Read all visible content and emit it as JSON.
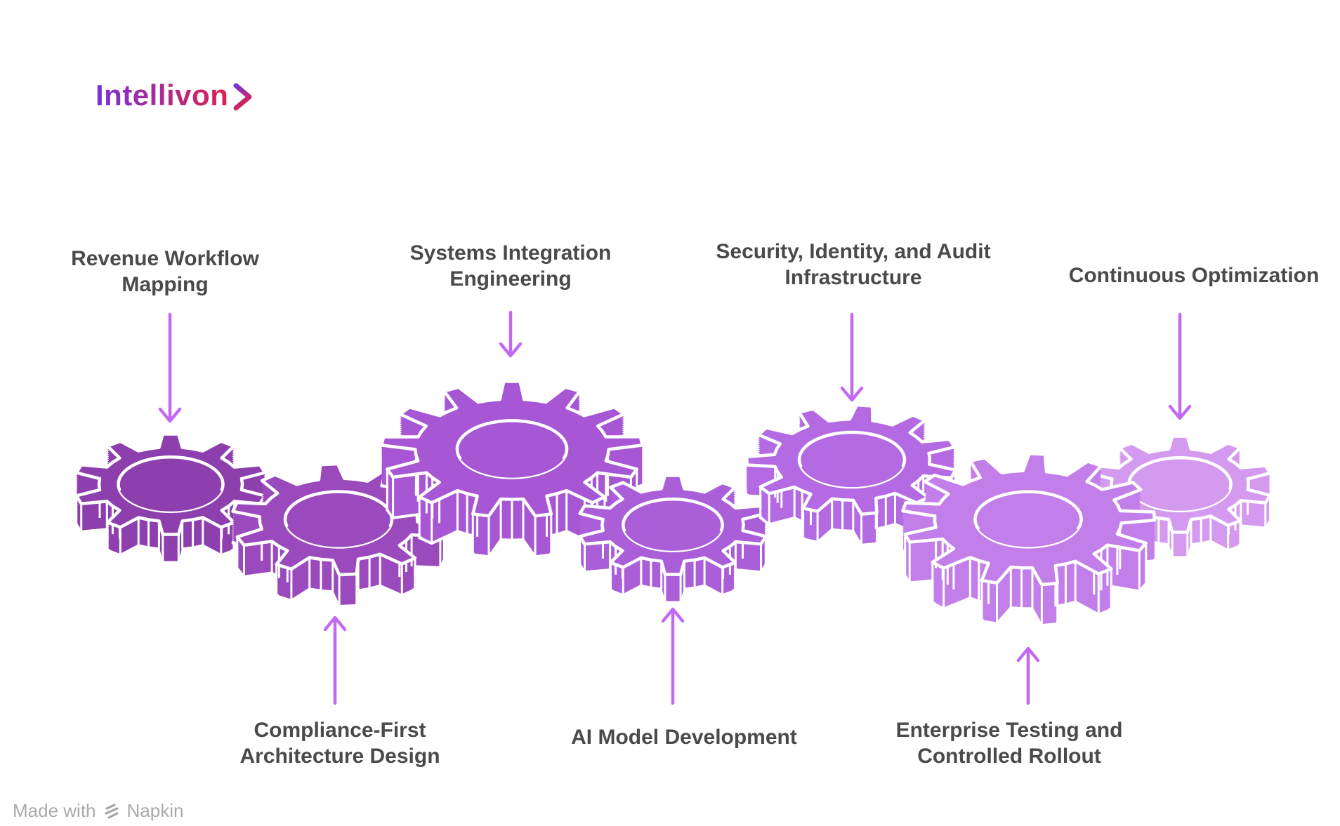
{
  "logo": {
    "text": "Intellivon"
  },
  "footer": {
    "prefix": "Made with",
    "brand": "Napkin"
  },
  "colors": {
    "arrow": "#c269f2",
    "label_text": "#4a4a4a",
    "gear_outline": "#ffffff",
    "logo_gradient_start": "#7733d8",
    "logo_gradient_mid": "#b12a8a",
    "logo_gradient_end": "#dc2150",
    "footer_text": "#aaaaaa"
  },
  "steps": [
    {
      "id": "revenue-workflow-mapping",
      "label": "Revenue Workflow Mapping",
      "lines": [
        "Revenue Workflow",
        "Mapping"
      ],
      "gear_color": "#8e3fae",
      "label_position": "top"
    },
    {
      "id": "compliance-first-architecture-design",
      "label": "Compliance-First Architecture Design",
      "lines": [
        "Compliance-First",
        "Architecture Design"
      ],
      "gear_color": "#9b4abd",
      "label_position": "bottom"
    },
    {
      "id": "systems-integration-engineering",
      "label": "Systems Integration Engineering",
      "lines": [
        "Systems Integration",
        "Engineering"
      ],
      "gear_color": "#a757d3",
      "label_position": "top"
    },
    {
      "id": "ai-model-development",
      "label": "AI Model Development",
      "lines": [
        "AI Model Development"
      ],
      "gear_color": "#aa5fd9",
      "label_position": "bottom"
    },
    {
      "id": "security-identity-and-audit-infrastructure",
      "label": "Security, Identity, and Audit Infrastructure",
      "lines": [
        "Security, Identity, and Audit",
        "Infrastructure"
      ],
      "gear_color": "#b46ae2",
      "label_position": "top"
    },
    {
      "id": "enterprise-testing-and-controlled-rollout",
      "label": "Enterprise Testing and Controlled Rollout",
      "lines": [
        "Enterprise Testing and",
        "Controlled Rollout"
      ],
      "gear_color": "#c37fe9",
      "label_position": "bottom"
    },
    {
      "id": "continuous-optimization",
      "label": "Continuous Optimization",
      "lines": [
        "Continuous Optimization"
      ],
      "gear_color": "#d49af0",
      "label_position": "top"
    }
  ]
}
